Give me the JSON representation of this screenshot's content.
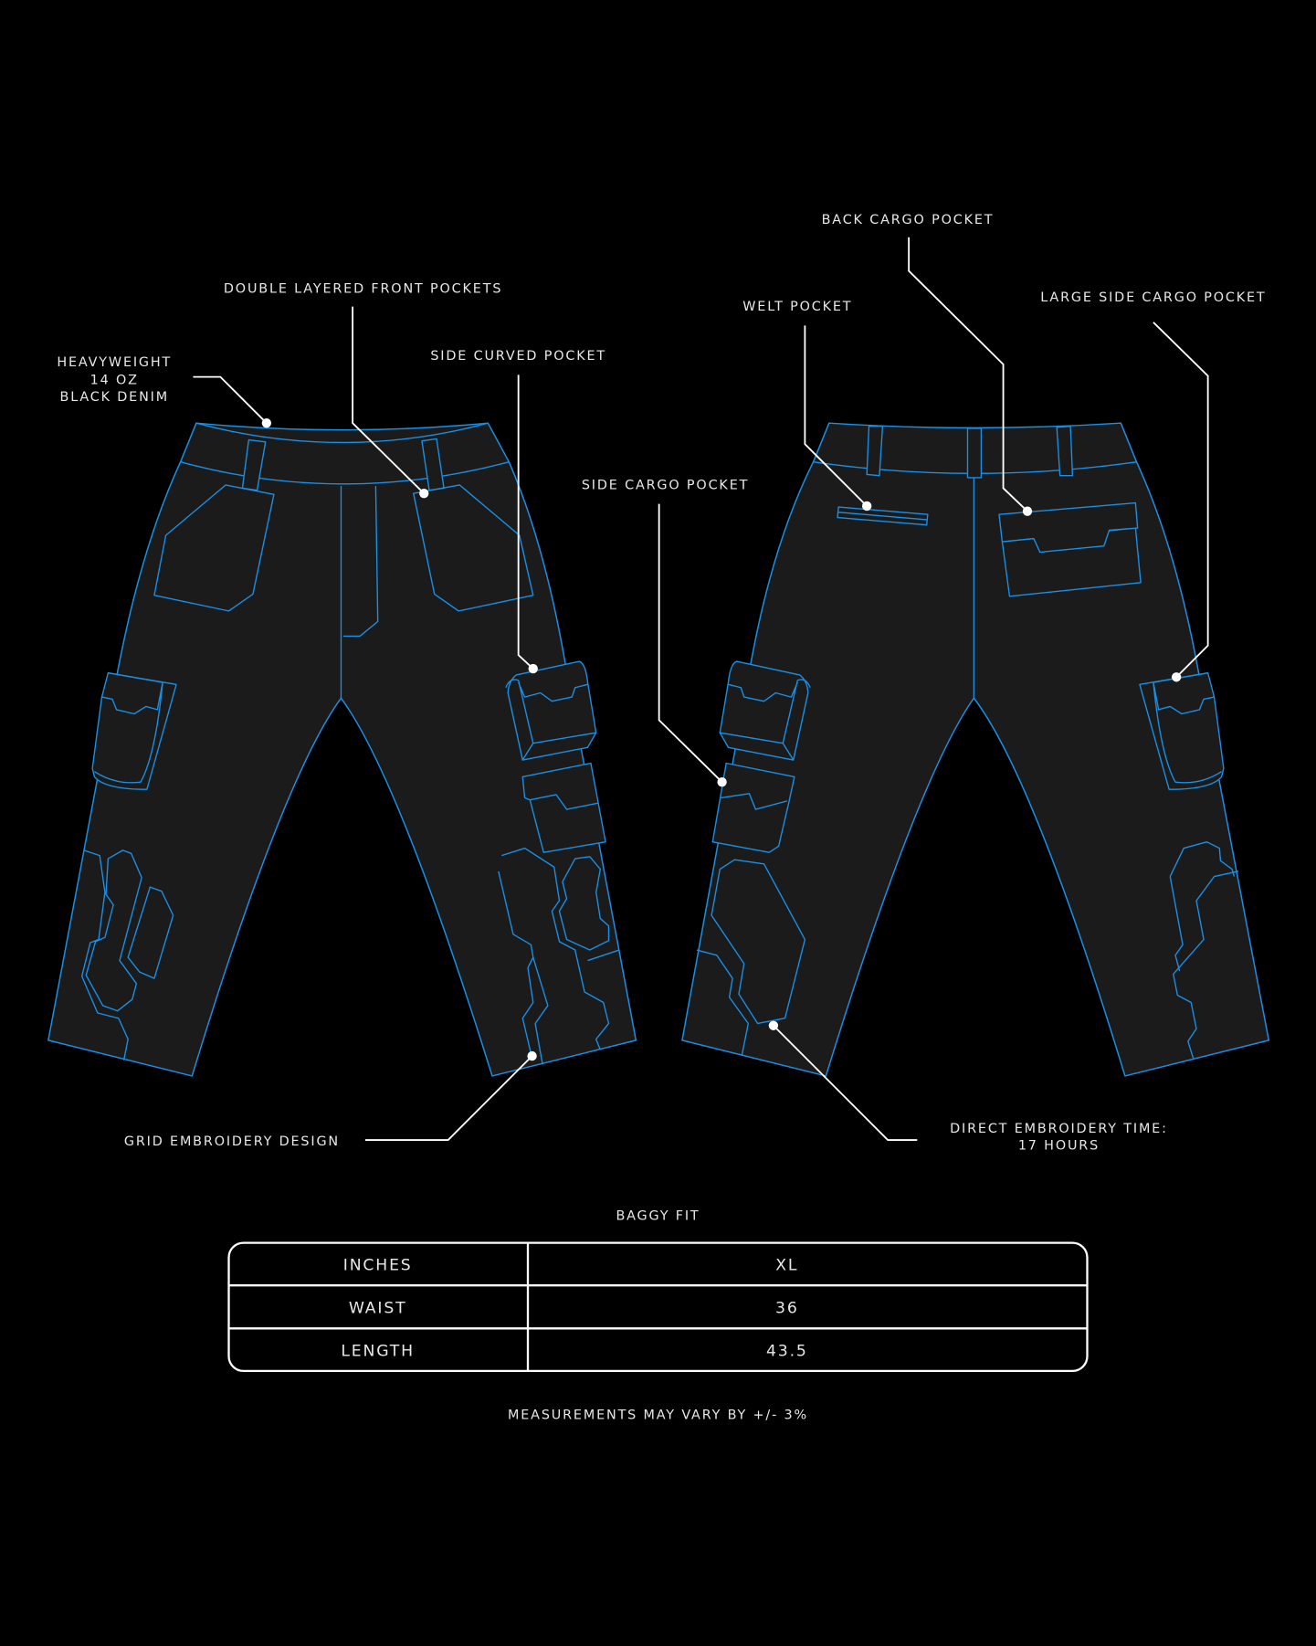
{
  "annotations": {
    "heavyweight": [
      "HEAVYWEIGHT",
      "14 OZ",
      "BLACK DENIM"
    ],
    "front_pockets": "DOUBLE LAYERED FRONT POCKETS",
    "side_curved_pocket": "SIDE CURVED POCKET",
    "side_cargo_pocket": "SIDE CARGO POCKET",
    "back_cargo_pocket": "BACK CARGO POCKET",
    "welt_pocket": "WELT POCKET",
    "large_side_cargo_pocket": "LARGE SIDE CARGO POCKET",
    "grid_embroidery": "GRID EMBROIDERY DESIGN",
    "embroidery_time": [
      "DIRECT EMBROIDERY TIME:",
      "17 HOURS"
    ]
  },
  "size_chart": {
    "title": "BAGGY FIT",
    "header": [
      "INCHES",
      "XL"
    ],
    "rows": [
      [
        "WAIST",
        "36"
      ],
      [
        "LENGTH",
        "43.5"
      ]
    ],
    "note": "MEASUREMENTS MAY VARY BY +/- 3%"
  },
  "colors": {
    "background": "#000000",
    "garment_fill": "#1b1b1b",
    "outline": "#1a8fe6",
    "annotation": "#ffffff"
  }
}
